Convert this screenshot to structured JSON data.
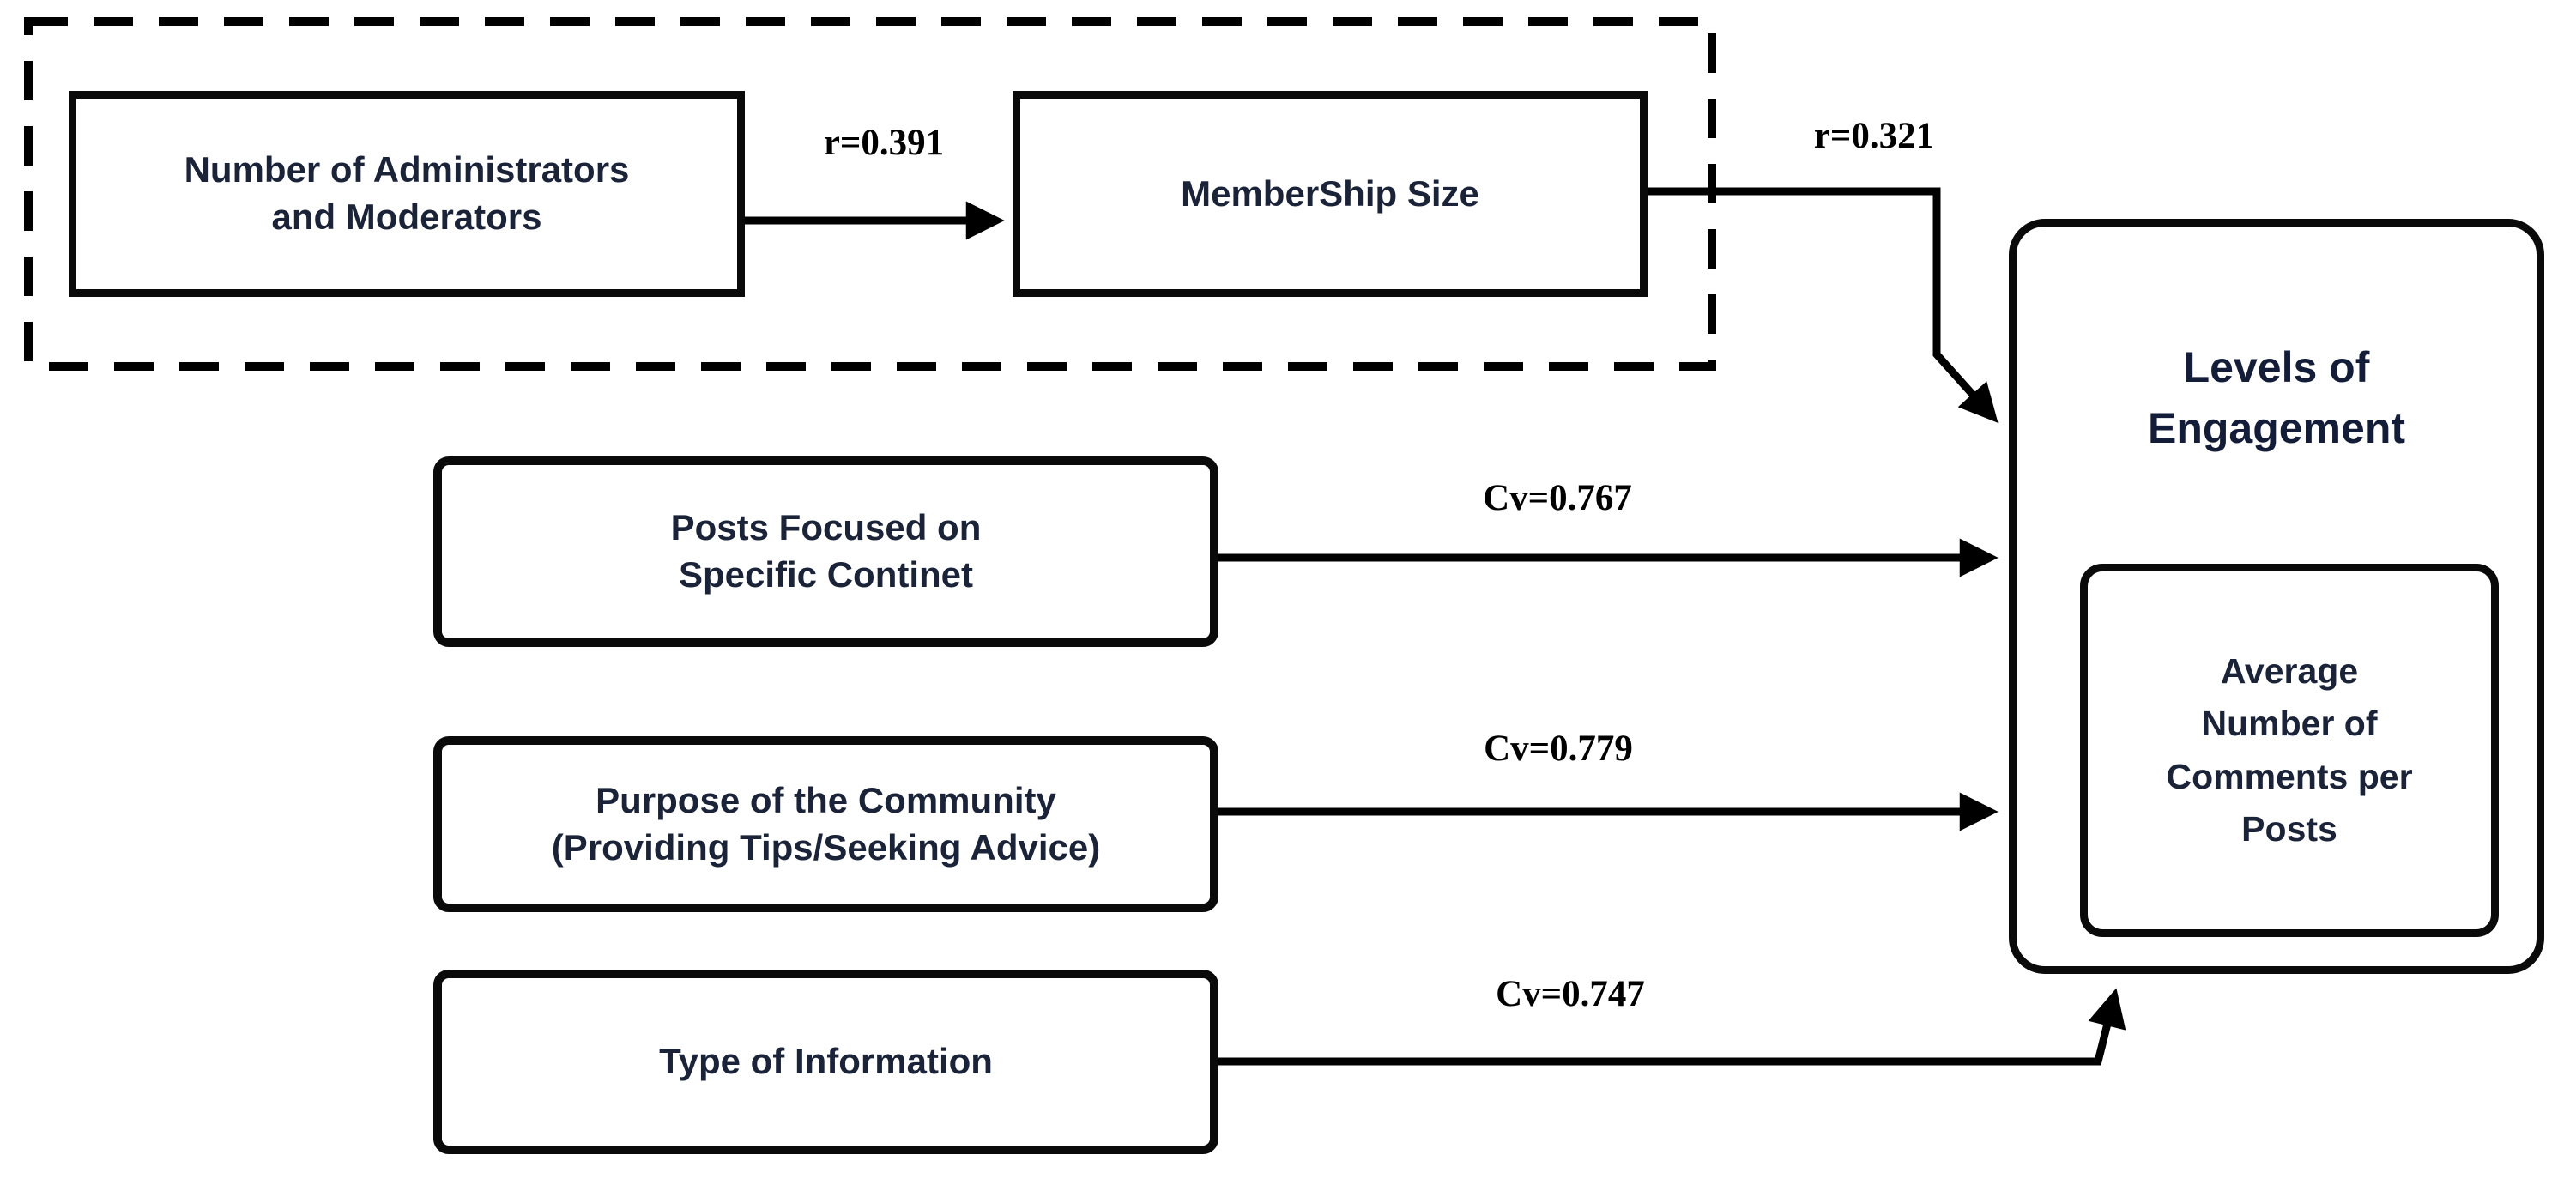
{
  "diagram": {
    "background_color": "#ffffff",
    "line_color": "#000000",
    "node_text_color": "#1b2338",
    "label_text_color": "#000000"
  },
  "nodes": {
    "admins": {
      "label": "Number of Administrators\nand Moderators"
    },
    "membership": {
      "label": "MemberShip Size"
    },
    "posts": {
      "label": "Posts Focused on\nSpecific Continet"
    },
    "purpose": {
      "label": "Purpose of the Community\n(Providing Tips/Seeking Advice)"
    },
    "type_info": {
      "label": "Type of Information"
    },
    "engagement": {
      "title": "Levels of\nEngagement"
    },
    "avg_comments": {
      "label": "Average\nNumber of\nComments per\nPosts"
    }
  },
  "edges": {
    "admins_to_membership": {
      "label": "r=0.391"
    },
    "membership_to_engagement": {
      "label": "r=0.321"
    },
    "posts_to_engagement": {
      "label": "Cv=0.767"
    },
    "purpose_to_engagement": {
      "label": "Cv=0.779"
    },
    "type_to_engagement": {
      "label": "Cv=0.747"
    }
  }
}
